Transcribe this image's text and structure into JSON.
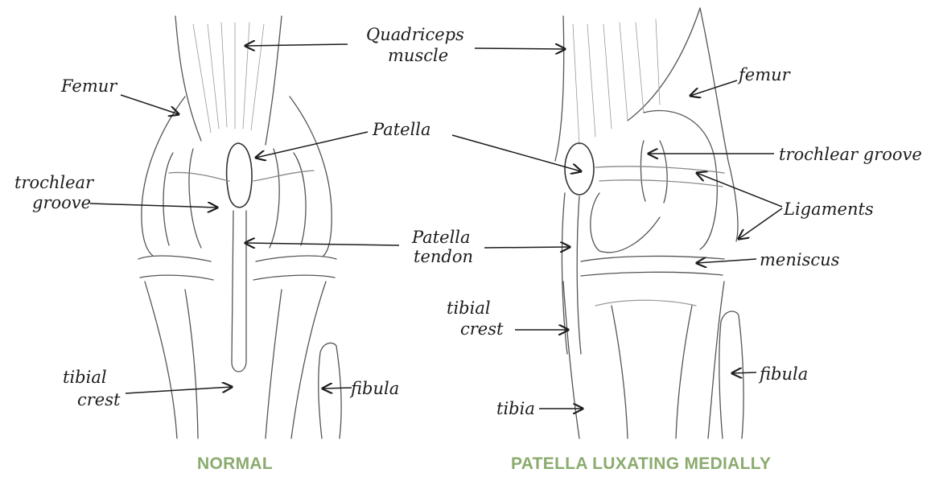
{
  "colors": {
    "ink": "#1c1c1c",
    "sketch": "#555555",
    "caption": "#8bab6e",
    "background": "#ffffff"
  },
  "labels": {
    "quadriceps_line1": "Quadriceps",
    "quadriceps_line2": "muscle",
    "femur_left": "Femur",
    "trochlear_left_line1": "trochlear",
    "trochlear_left_line2": "groove",
    "patella": "Patella",
    "patella_tendon_line1": "Patella",
    "patella_tendon_line2": "tendon",
    "tibial_left_line1": "tibial",
    "tibial_left_line2": "crest",
    "fibula_left": "fibula",
    "femur_right": "femur",
    "trochlear_right": "trochlear groove",
    "ligaments": "Ligaments",
    "meniscus": "meniscus",
    "tibial_right_line1": "tibial",
    "tibial_right_line2": "crest",
    "fibula_right": "fibula",
    "tibia": "tibia"
  },
  "captions": {
    "normal": "NORMAL",
    "luxating": "PATELLA LUXATING MEDIALLY"
  }
}
